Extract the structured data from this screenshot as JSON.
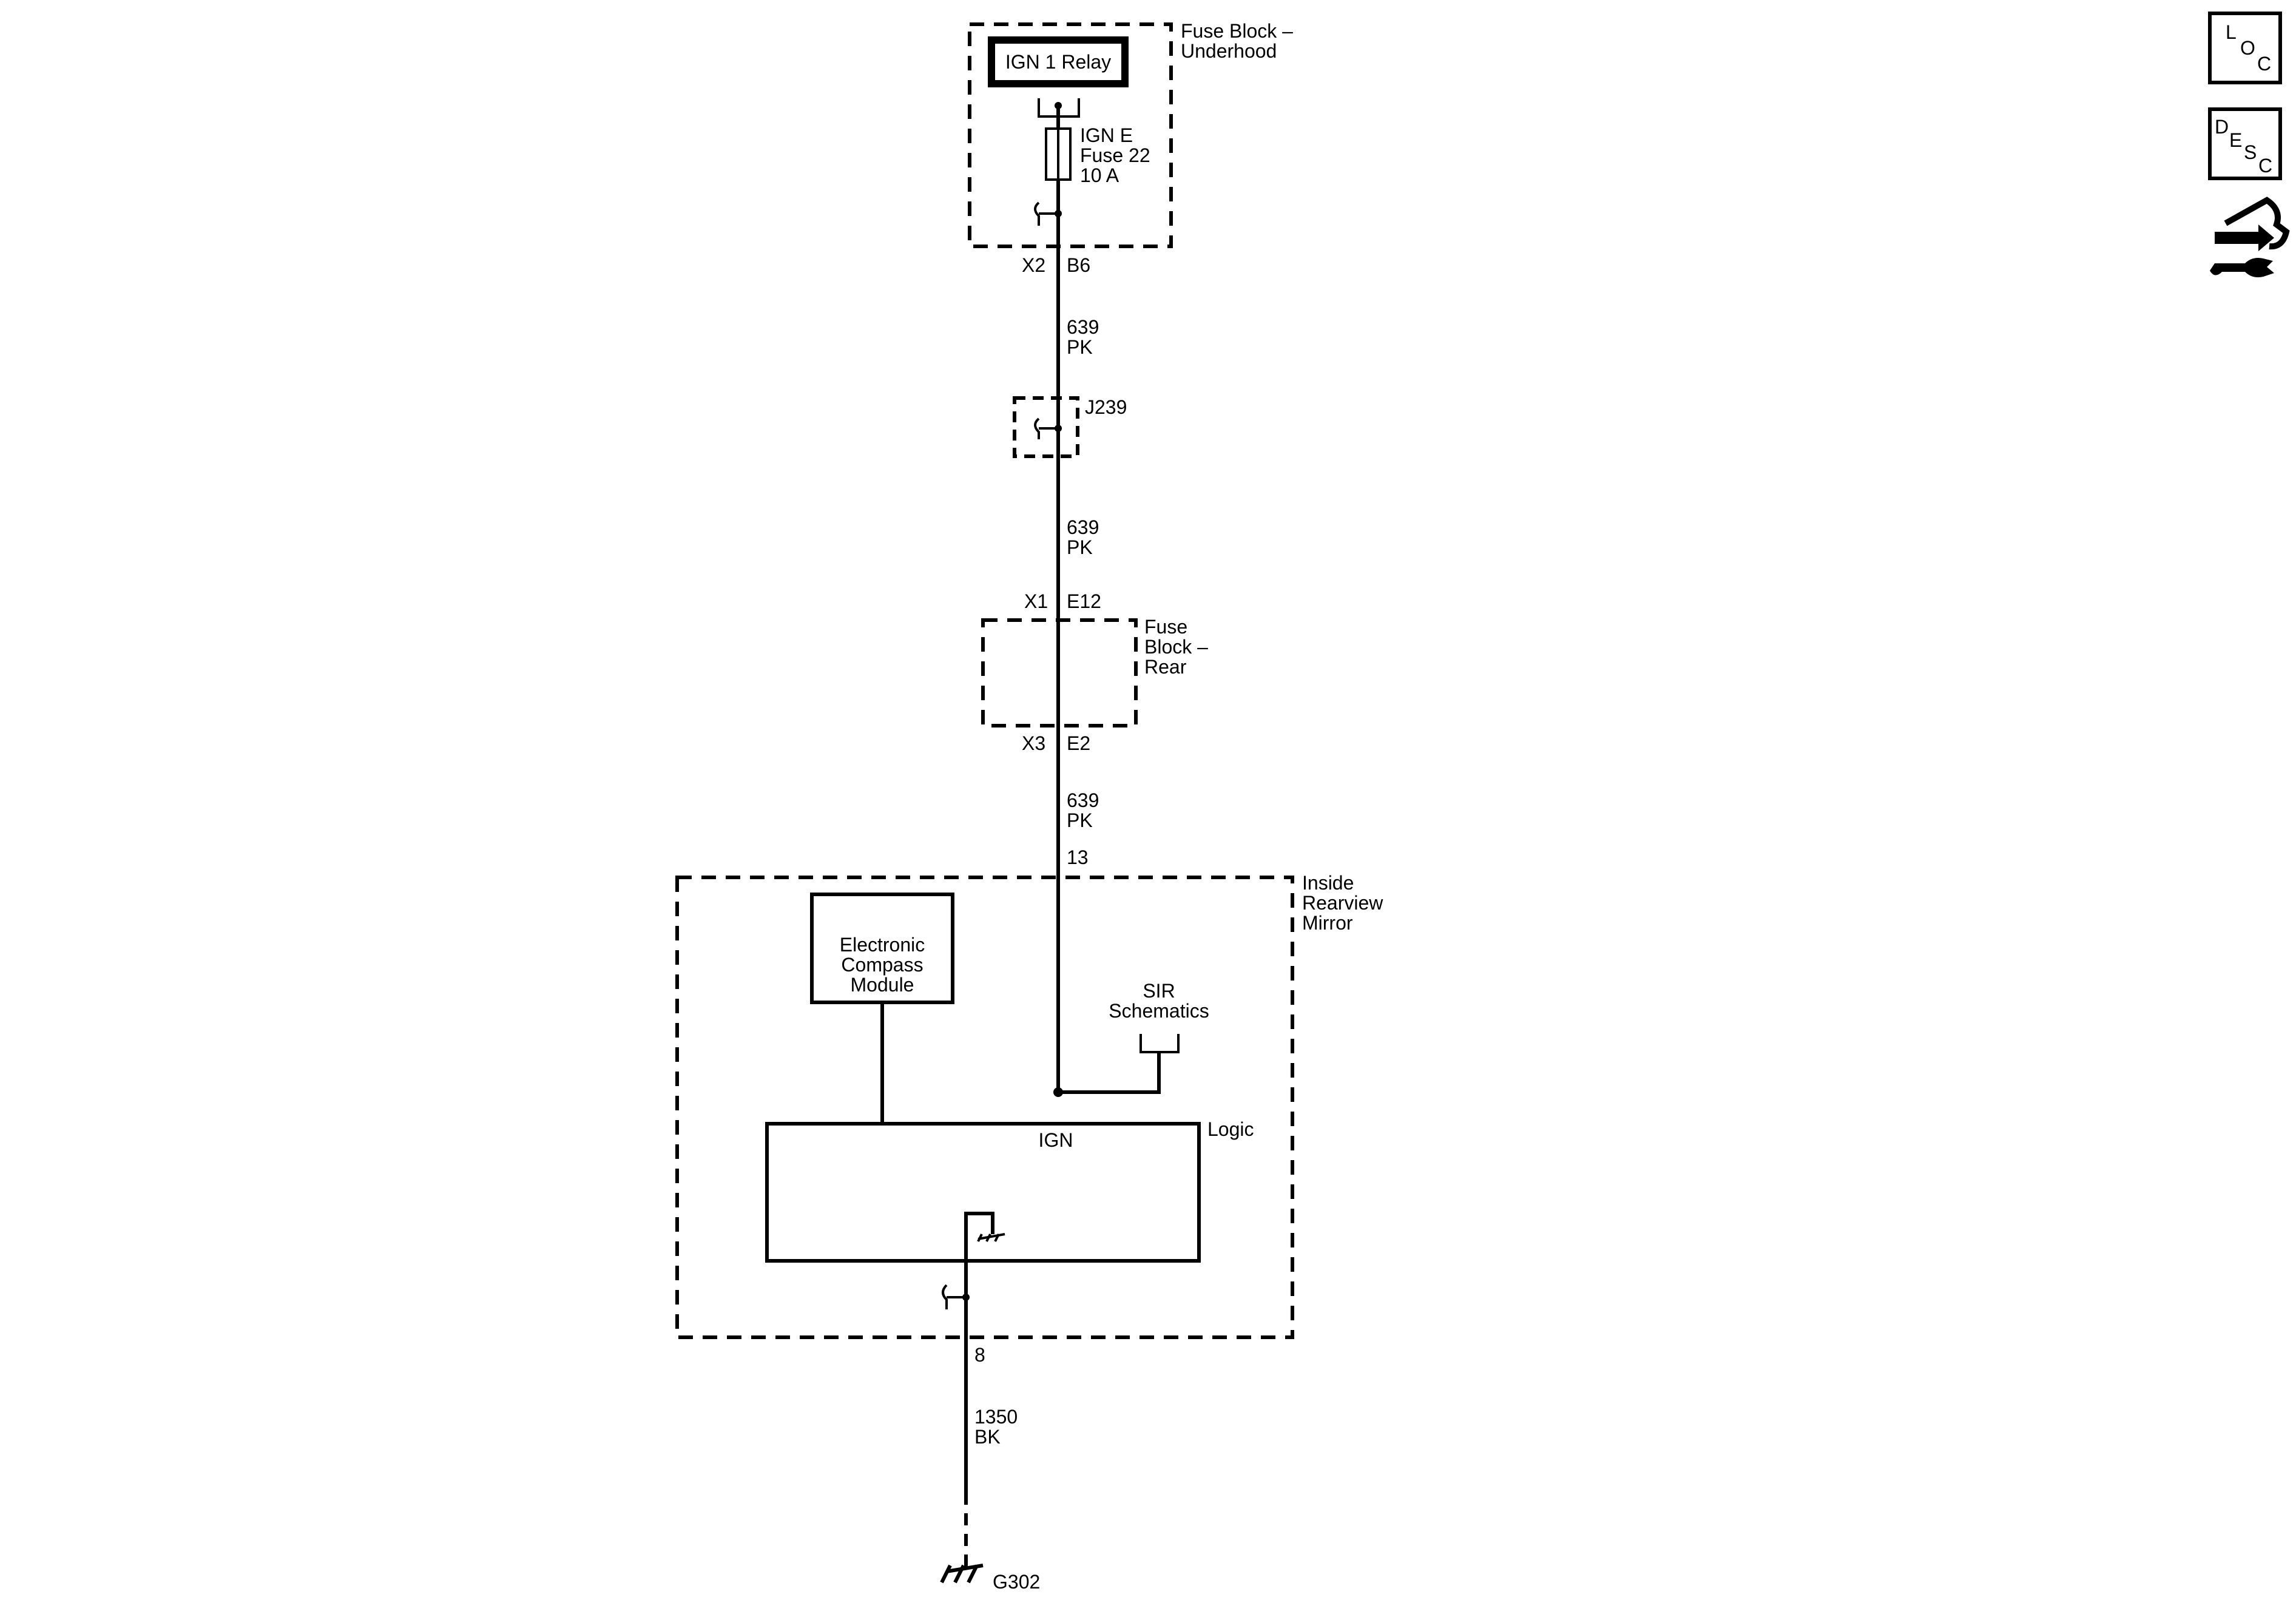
{
  "diagram": {
    "fuse_block_underhood": {
      "label_line1": "Fuse Block –",
      "label_line2": "Underhood"
    },
    "ign1_relay": {
      "label": "IGN 1 Relay"
    },
    "fuse": {
      "line1": "IGN E",
      "line2": "Fuse 22",
      "line3": "10 A"
    },
    "connector_x2": {
      "connector": "X2",
      "pin": "B6"
    },
    "wire_1": {
      "circuit": "639",
      "color": "PK"
    },
    "splice": {
      "label": "J239"
    },
    "wire_2": {
      "circuit": "639",
      "color": "PK"
    },
    "connector_x1": {
      "connector": "X1",
      "pin": "E12"
    },
    "fuse_block_rear": {
      "label_line1": "Fuse",
      "label_line2": "Block –",
      "label_line3": "Rear"
    },
    "connector_x3": {
      "connector": "X3",
      "pin": "E2"
    },
    "wire_3": {
      "circuit": "639",
      "color": "PK"
    },
    "mirror_pin_in": "13",
    "inside_rearview_mirror": {
      "label_line1": "Inside",
      "label_line2": "Rearview",
      "label_line3": "Mirror"
    },
    "compass_module": {
      "line1": "Electronic",
      "line2": "Compass",
      "line3": "Module"
    },
    "sir_reference": {
      "line1": "SIR",
      "line2": "Schematics"
    },
    "logic": {
      "label": "Logic",
      "ign_label": "IGN"
    },
    "mirror_pin_out": "8",
    "wire_ground": {
      "circuit": "1350",
      "color": "BK"
    },
    "ground": {
      "label": "G302"
    }
  },
  "side_icons": {
    "loc": {
      "l1": "L",
      "l2": "O",
      "l3": "C"
    },
    "desc": {
      "l1": "D",
      "l2": "E",
      "l3": "S",
      "l4": "C"
    },
    "connector_tool_icon": "connector-wrench-icon"
  }
}
